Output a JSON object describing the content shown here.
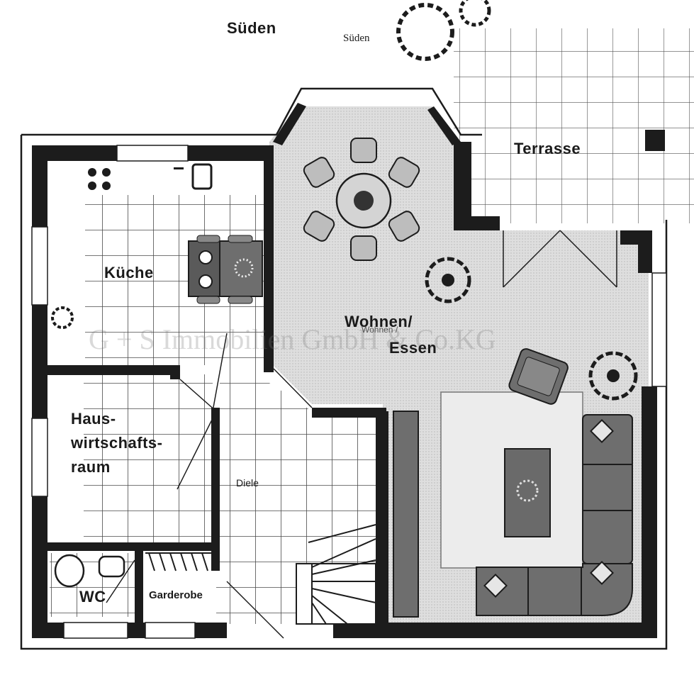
{
  "labels": {
    "south_heading": "Süden",
    "south_small": "Süden",
    "terrace": "Terrasse",
    "kitchen": "Küche",
    "living_line1": "Wohnen/",
    "living_line2": "Essen",
    "living_overlay": "Wohnen /",
    "utility_line1": "Haus-",
    "utility_line2": "wirtschafts-",
    "utility_line3": "raum",
    "hall": "Diele",
    "wc": "WC",
    "wardrobe": "Garderobe"
  },
  "watermark": "G + S Immobilien GmbH & Co.KG",
  "icons": [
    "plant-icon",
    "stove-icon",
    "sink-icon",
    "toilet-icon",
    "chair-icon",
    "sofa-icon",
    "armchair-icon",
    "table-icon",
    "staircase-icon"
  ],
  "colors": {
    "wall": "#1c1c1c",
    "floor_tint": "#d9d9d9",
    "tile_line": "#555555",
    "rug": "#e8e8e8",
    "furniture": "#6e6e6e"
  }
}
